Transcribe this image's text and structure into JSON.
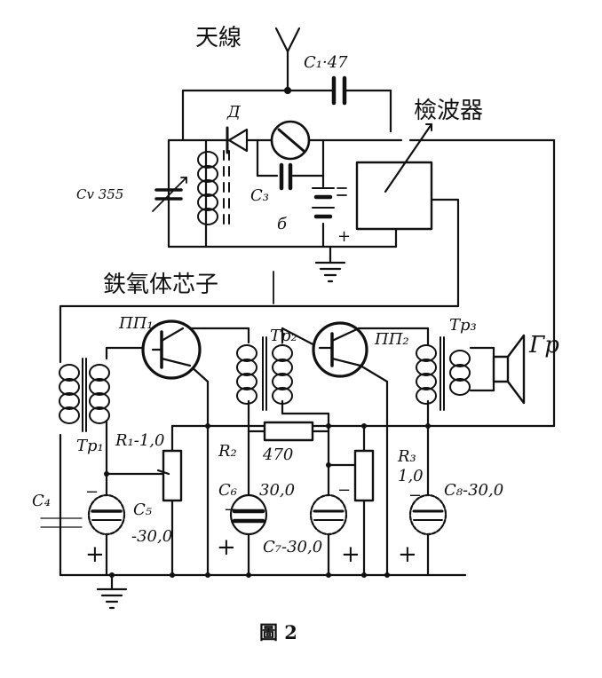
{
  "labels": {
    "antenna": "天線",
    "c1": "C₁·47",
    "detector": "檢波器",
    "diode": "Д",
    "cv": "Cv 355",
    "c3": "C₃",
    "battery": "б",
    "plus_battery": "+",
    "ferrite": "鉄氧体芯子",
    "pp1": "ПП₁",
    "pp2": "ПП₂",
    "tp1": "Тp₁",
    "tp2": "Тp₂",
    "tp3": "Тp₃",
    "gr": "Гр",
    "r1": "R₁-1,0",
    "r2": "R₂",
    "r2_value": "470",
    "r3": "R₃",
    "r3_value": "1,0",
    "c4": "C₄",
    "c5": "C₅",
    "c5_value": "-30,0",
    "c6": "C₆",
    "c6_value": "30,0",
    "c7": "C₇-30,0",
    "c8": "C₈-30,0",
    "minus": "−",
    "plus": "+",
    "caption": "圖 2"
  },
  "colors": {
    "ink": "#111111",
    "paper": "#ffffff"
  }
}
